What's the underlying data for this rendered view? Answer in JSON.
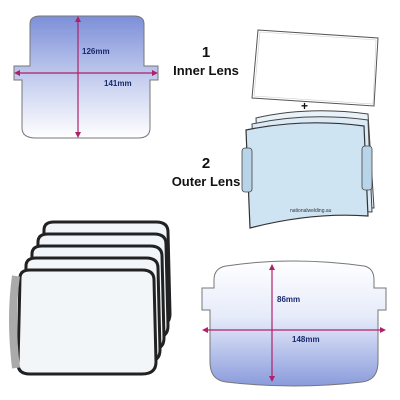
{
  "inner_lens_top": {
    "height_label": "126mm",
    "width_label": "141mm"
  },
  "inner_lens_panel": {
    "number": "1",
    "label": "Inner Lens"
  },
  "plus_sign": "+",
  "outer_lens_panel": {
    "number": "2",
    "label": "Outer Lens",
    "imprint": "nationalwelding.au"
  },
  "outer_lens_bottom": {
    "height_label": "86mm",
    "width_label": "148mm"
  },
  "colors": {
    "lens_blue_top": "#7c8fd8",
    "lens_blue_fade": "#ffffff",
    "dimension_arrow": "#b0206a",
    "dimension_text": "#1a2a6c",
    "outer_lens_tint": "#cfe4f2",
    "stack_border": "#222222"
  }
}
